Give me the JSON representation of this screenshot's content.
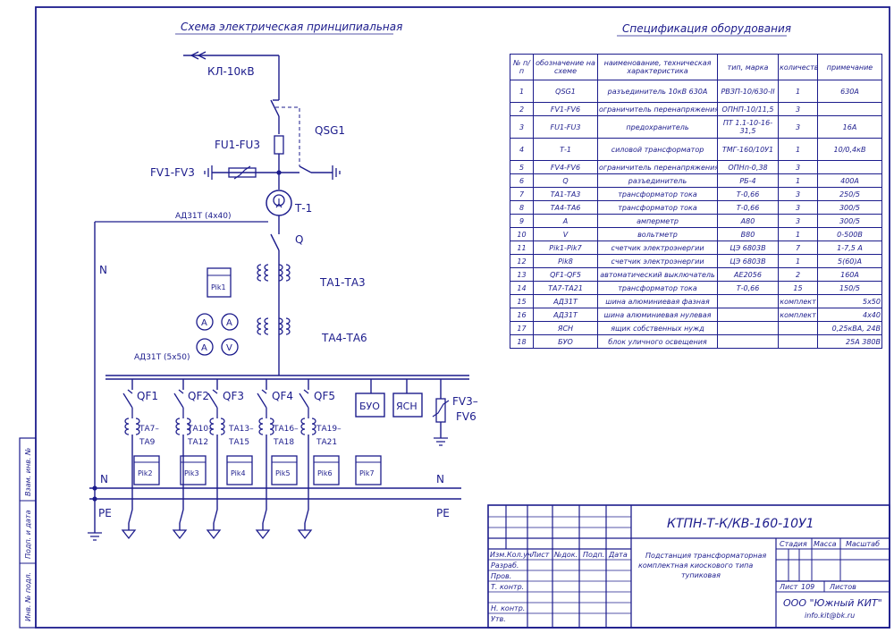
{
  "headers": {
    "schema_title": "Схема электрическая принципиальная",
    "spec_title": "Спецификация оборудования"
  },
  "schema": {
    "kl": "КЛ-10кВ",
    "qsg": "QSG1",
    "fu": "FU1-FU3",
    "fv13": "FV1-FV3",
    "t1": "Т-1",
    "ad_top": "АД31Т (4х40)",
    "n_top": "N",
    "q": "Q",
    "ta13": "ТА1-ТА3",
    "ta46": "ТА4-ТА6",
    "pik1": "Pik1",
    "meter_a": "A",
    "meter_v": "V",
    "ad_bus": "АД31Т (5х50)",
    "qf": [
      "QF1",
      "QF2",
      "QF3",
      "QF4",
      "QF5"
    ],
    "ta_lines": [
      [
        "ТА7–",
        "ТА9"
      ],
      [
        "ТА10–",
        "ТА12"
      ],
      [
        "ТА13–",
        "ТА15"
      ],
      [
        "ТА16–",
        "ТА18"
      ],
      [
        "ТА19–",
        "ТА21"
      ]
    ],
    "piks": [
      "Pik2",
      "Pik3",
      "Pik4",
      "Pik5",
      "Pik6",
      "Pik7"
    ],
    "byo": "БУО",
    "yasn": "ЯСН",
    "fv36_a": "FV3–",
    "fv36_b": "FV6",
    "n_left": "N",
    "n_right": "N",
    "pe_left": "PE",
    "pe_right": "PE"
  },
  "spec": {
    "columns": [
      "№ п/п",
      "обозначение на схеме",
      "наименование, техническая характеристика",
      "тип, марка",
      "количество",
      "примечание"
    ],
    "rows": [
      [
        "1",
        "QSG1",
        "разъединитель 10кВ 630А",
        "РВЗП-10/630-II",
        "1",
        "630А"
      ],
      [
        "2",
        "FV1-FV6",
        "ограничитель перенапряжения",
        "ОПНП-10/11,5",
        "3",
        ""
      ],
      [
        "3",
        "FU1-FU3",
        "предохранитель",
        "ПТ 1.1-10-16-31,5",
        "3",
        "16А"
      ],
      [
        "4",
        "Т-1",
        "силовой трансформатор",
        "ТМГ-160/10У1",
        "1",
        "10/0,4кВ"
      ],
      [
        "5",
        "FV4-FV6",
        "ограничитель перенапряжения",
        "ОПНп-0,38",
        "3",
        ""
      ],
      [
        "6",
        "Q",
        "разъединитель",
        "РБ-4",
        "1",
        "400А"
      ],
      [
        "7",
        "ТА1-ТА3",
        "трансформатор тока",
        "Т-0,66",
        "3",
        "250/5"
      ],
      [
        "8",
        "ТА4-ТА6",
        "трансформатор тока",
        "Т-0,66",
        "3",
        "300/5"
      ],
      [
        "9",
        "А",
        "амперметр",
        "А80",
        "3",
        "300/5"
      ],
      [
        "10",
        "V",
        "вольтметр",
        "В80",
        "1",
        "0-500В"
      ],
      [
        "11",
        "Pik1-Pik7",
        "счетчик электроэнергии",
        "ЦЭ 6803В",
        "7",
        "1-7,5 А"
      ],
      [
        "12",
        "Pik8",
        "счетчик электроэнергии",
        "ЦЭ 6803В",
        "1",
        "5(60)А"
      ],
      [
        "13",
        "QF1-QF5",
        "автоматический выключатель",
        "АЕ2056",
        "2",
        "160А"
      ],
      [
        "14",
        "ТА7-ТА21",
        "трансформатор тока",
        "Т-0,66",
        "15",
        "150/5"
      ],
      [
        "15",
        "АД31Т",
        "шина алюминиевая фазная",
        "",
        "комплект",
        "5х50"
      ],
      [
        "16",
        "АД31Т",
        "шина алюминиевая нулевая",
        "",
        "комплект",
        "4х40"
      ],
      [
        "17",
        "ЯСН",
        "ящик собственных нужд",
        "",
        "",
        "0,25кВА, 24В"
      ],
      [
        "18",
        "БУО",
        "блок уличного освещения",
        "",
        "",
        "25А 380В"
      ]
    ]
  },
  "titleblock": {
    "code": "КТПН-Т-К/КВ-160-10У1",
    "col_heads": [
      "Изм.",
      "Кол.уч",
      "Лист",
      "№док.",
      "Подп.",
      "Дата"
    ],
    "roles": [
      "Разраб.",
      "Пров.",
      "Т. контр.",
      "",
      "Н. контр.",
      "Утв."
    ],
    "desc": [
      "Подстанция трансформаторная",
      "комплектная киоскового типа",
      "тупиковая"
    ],
    "stadia": "Стадия",
    "massa": "Масса",
    "masshtab": "Масштаб",
    "list": "Лист",
    "list_no": "109",
    "listov": "Листов",
    "org": "ООО \"Южный КИТ\"",
    "email": "info.kit@bk.ru"
  },
  "side": {
    "labels": [
      "Инв. № подл.",
      "Подп. и дата",
      "Взам. инв. №"
    ]
  },
  "colors": {
    "ink": "#1c1c8c",
    "paper": "#ffffff"
  }
}
